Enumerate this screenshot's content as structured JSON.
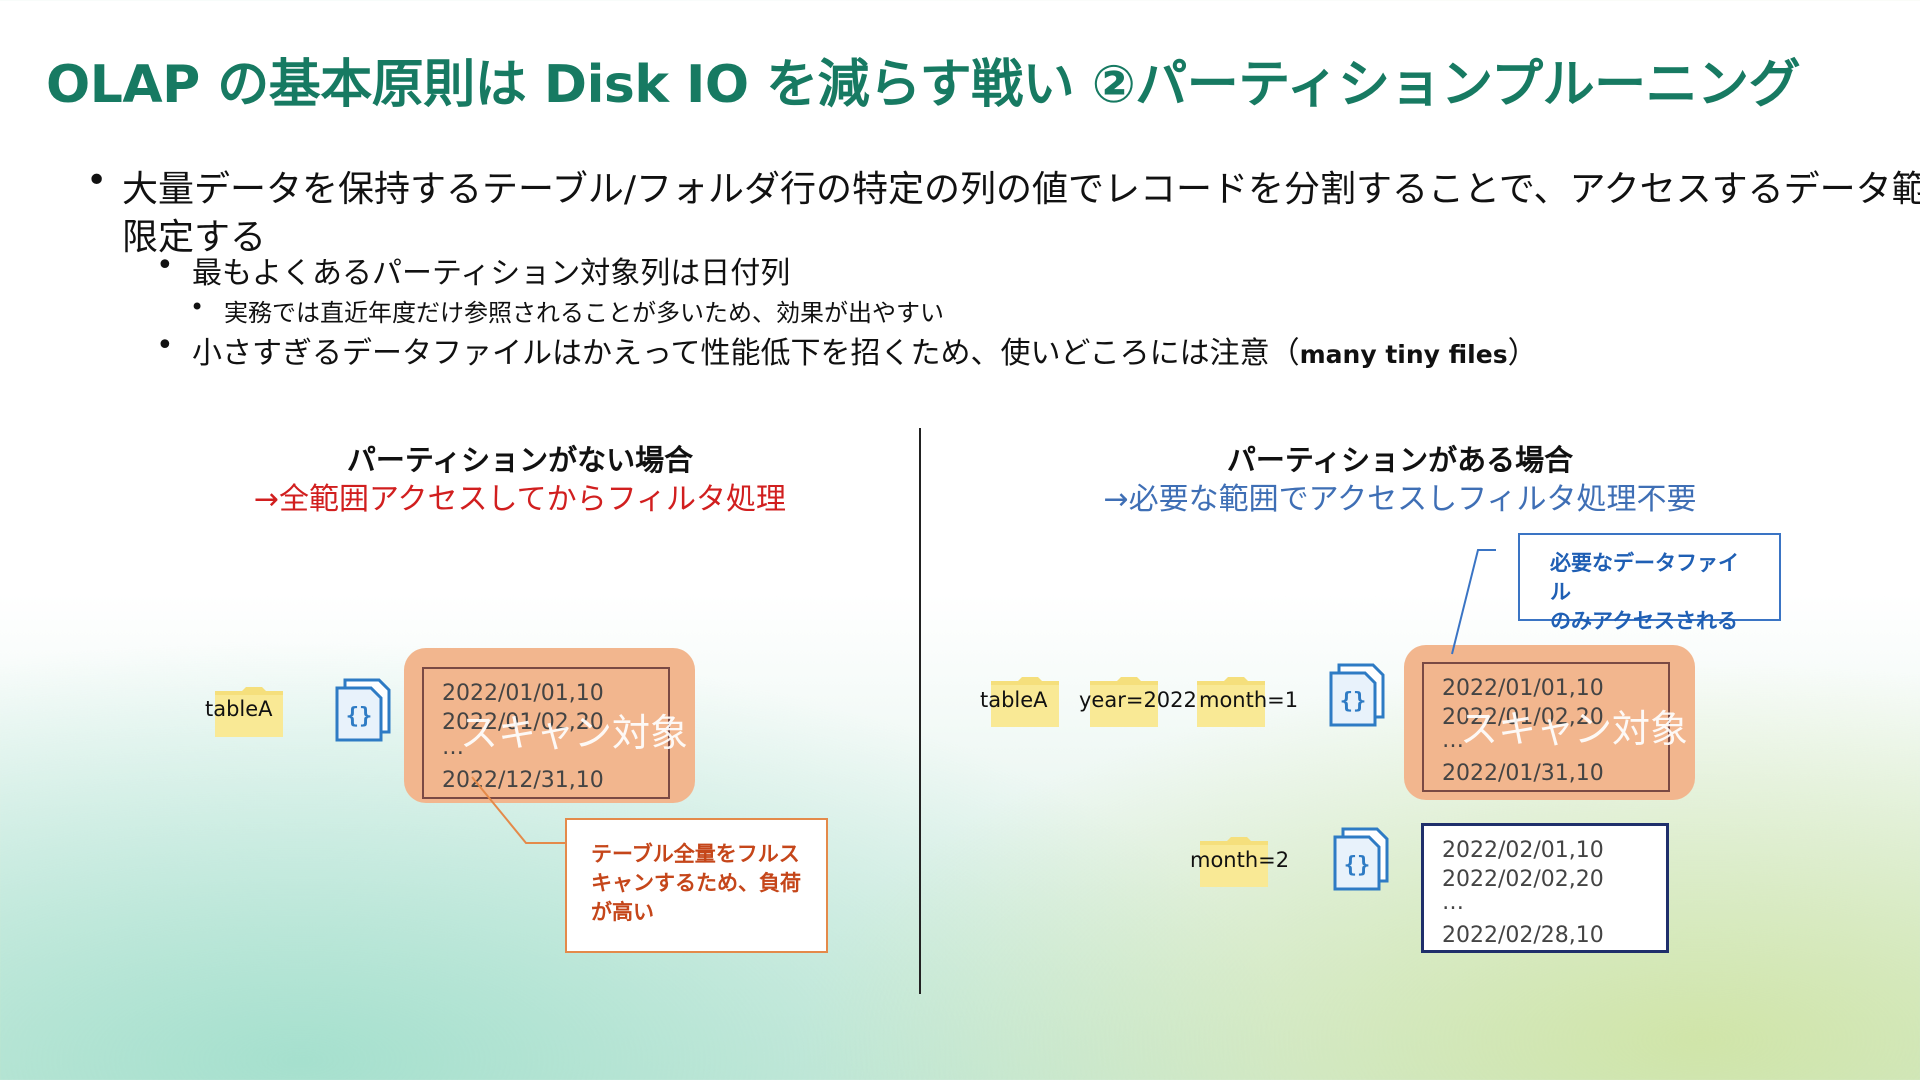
{
  "title": "OLAP の基本原則は Disk IO を減らす戦い ②パーティションプルーニング",
  "bullets": {
    "b1_line1": "大量データを保持するテーブル/フォルダ行の特定の列の値でレコードを分割することで、アクセスするデータ範囲を",
    "b1_line2": "限定する",
    "b2": "最もよくあるパーティション対象列は日付列",
    "b3": "実務では直近年度だけ参照されることが多いため、効果が出やすい",
    "b4_main": "小さすぎるデータファイルはかえって性能低下を招くため、使いどころには注意（",
    "b4_em": "many tiny files",
    "b4_end": "）"
  },
  "left_panel": {
    "title": "パーティションがない場合",
    "subtitle": "→全範囲アクセスしてからフィルタ処理",
    "folder_label": "tableA",
    "records": [
      "2022/01/01,10",
      "2022/01/02,20",
      "…",
      "2022/12/31,10"
    ],
    "scan_label": "スキャン対象",
    "callout_lines": [
      "テーブル全量をフルス",
      "キャンするため、負荷",
      "が高い"
    ]
  },
  "right_panel": {
    "title": "パーティションがある場合",
    "subtitle": "→必要な範囲でアクセスしフィルタ処理不要",
    "folder_table": "tableA",
    "folder_year": "year=2022",
    "folder_month1": "month=1",
    "folder_month2": "month=2",
    "records_m1": [
      "2022/01/01,10",
      "2022/01/02,20",
      "…",
      "2022/01/31,10"
    ],
    "records_m2": [
      "2022/02/01,10",
      "2022/02/02,20",
      "…",
      "2022/02/28,10"
    ],
    "scan_label": "スキャン対象",
    "callout_lines": [
      "必要なデータファイル",
      "のみアクセスされる"
    ]
  },
  "colors": {
    "title": "#177a62",
    "left_subtitle": "#d11f1f",
    "right_subtitle": "#3f6fb5",
    "scan_bg": "#f2b68e",
    "folder": "#f7e48a",
    "file_icon": "#2e7bc4"
  },
  "icons": [
    "folder-icon",
    "json-file-icon"
  ]
}
